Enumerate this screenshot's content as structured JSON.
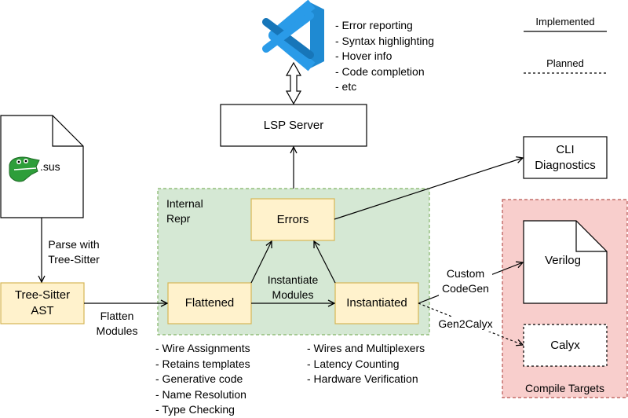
{
  "colors": {
    "internal_repr_fill": "#d5e8d4",
    "internal_repr_border": "#82b366",
    "node_fill": "#fff2cc",
    "node_border": "#d6b656",
    "compile_targets_fill": "#f8cecc",
    "compile_targets_border": "#b85450",
    "vscode_blue": "#1f8ad2",
    "croc_green": "#2e9e3a"
  },
  "legend": {
    "implemented": "Implemented",
    "planned": "Planned"
  },
  "vscode": {
    "icon": "vscode-icon",
    "features": [
      "- Error reporting",
      "- Syntax highlighting",
      "- Hover info",
      "- Code completion",
      "- etc"
    ]
  },
  "nodes": {
    "lsp_server": "LSP Server",
    "cli_diagnostics": [
      "CLI",
      "Diagnostics"
    ],
    "source_file": ".sus",
    "tree_sitter_ast": [
      "Tree-Sitter",
      "AST"
    ],
    "internal_repr": [
      "Internal",
      "Repr"
    ],
    "errors": "Errors",
    "flattened": "Flattened",
    "instantiated": "Instantiated",
    "verilog": "Verilog",
    "calyx": "Calyx",
    "compile_targets": "Compile Targets"
  },
  "edges": {
    "parse": [
      "Parse with",
      "Tree-Sitter"
    ],
    "flatten": [
      "Flatten",
      "Modules"
    ],
    "instantiate": [
      "Instantiate",
      "Modules"
    ],
    "custom_codegen": [
      "Custom",
      "CodeGen"
    ],
    "gen2calyx": "Gen2Calyx"
  },
  "flattened_notes": [
    "- Wire Assignments",
    "- Retains templates",
    "- Generative code",
    "- Name Resolution",
    "- Type Checking"
  ],
  "instantiated_notes": [
    "- Wires and Multiplexers",
    "- Latency Counting",
    "- Hardware Verification"
  ]
}
